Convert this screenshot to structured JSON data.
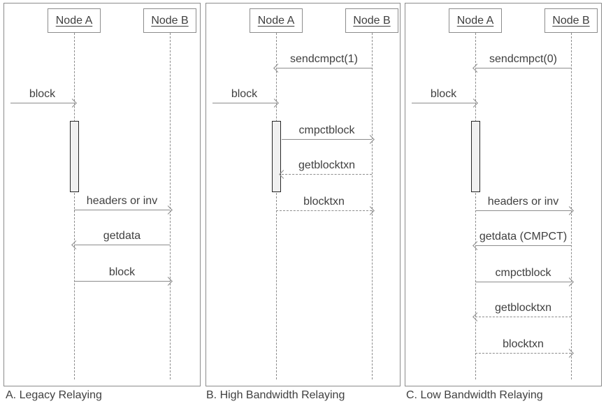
{
  "diagram_type": "sequence-diagram",
  "colors": {
    "panel_border": "#8c8c8c",
    "arrow_line": "#8c8c8c",
    "text": "#404040",
    "activation_fill": "#f0f0f0",
    "activation_border": "#262626",
    "background": "#ffffff"
  },
  "panels": [
    {
      "caption": "A. Legacy Relaying",
      "participants": [
        {
          "label": "Node A"
        },
        {
          "label": "Node B"
        }
      ],
      "messages": [
        {
          "label": "block",
          "from": "network",
          "to": "Node A",
          "line": "solid"
        },
        {
          "label": "headers or inv",
          "from": "Node A",
          "to": "Node B",
          "line": "solid"
        },
        {
          "label": "getdata",
          "from": "Node B",
          "to": "Node A",
          "line": "solid"
        },
        {
          "label": "block",
          "from": "Node A",
          "to": "Node B",
          "line": "solid"
        }
      ]
    },
    {
      "caption": "B. High Bandwidth Relaying",
      "participants": [
        {
          "label": "Node A"
        },
        {
          "label": "Node B"
        }
      ],
      "messages": [
        {
          "label": "sendcmpct(1)",
          "from": "Node B",
          "to": "Node A",
          "line": "solid"
        },
        {
          "label": "block",
          "from": "network",
          "to": "Node A",
          "line": "solid"
        },
        {
          "label": "cmpctblock",
          "from": "Node A",
          "to": "Node B",
          "line": "solid"
        },
        {
          "label": "getblocktxn",
          "from": "Node B",
          "to": "Node A",
          "line": "dashed"
        },
        {
          "label": "blocktxn",
          "from": "Node A",
          "to": "Node B",
          "line": "dashed"
        }
      ]
    },
    {
      "caption": "C. Low Bandwidth Relaying",
      "participants": [
        {
          "label": "Node A"
        },
        {
          "label": "Node B"
        }
      ],
      "messages": [
        {
          "label": "sendcmpct(0)",
          "from": "Node B",
          "to": "Node A",
          "line": "solid"
        },
        {
          "label": "block",
          "from": "network",
          "to": "Node A",
          "line": "solid"
        },
        {
          "label": "headers or inv",
          "from": "Node A",
          "to": "Node B",
          "line": "solid"
        },
        {
          "label": "getdata (CMPCT)",
          "from": "Node B",
          "to": "Node A",
          "line": "solid"
        },
        {
          "label": "cmpctblock",
          "from": "Node A",
          "to": "Node B",
          "line": "solid"
        },
        {
          "label": "getblocktxn",
          "from": "Node B",
          "to": "Node A",
          "line": "dashed"
        },
        {
          "label": "blocktxn",
          "from": "Node A",
          "to": "Node B",
          "line": "dashed"
        }
      ]
    }
  ]
}
